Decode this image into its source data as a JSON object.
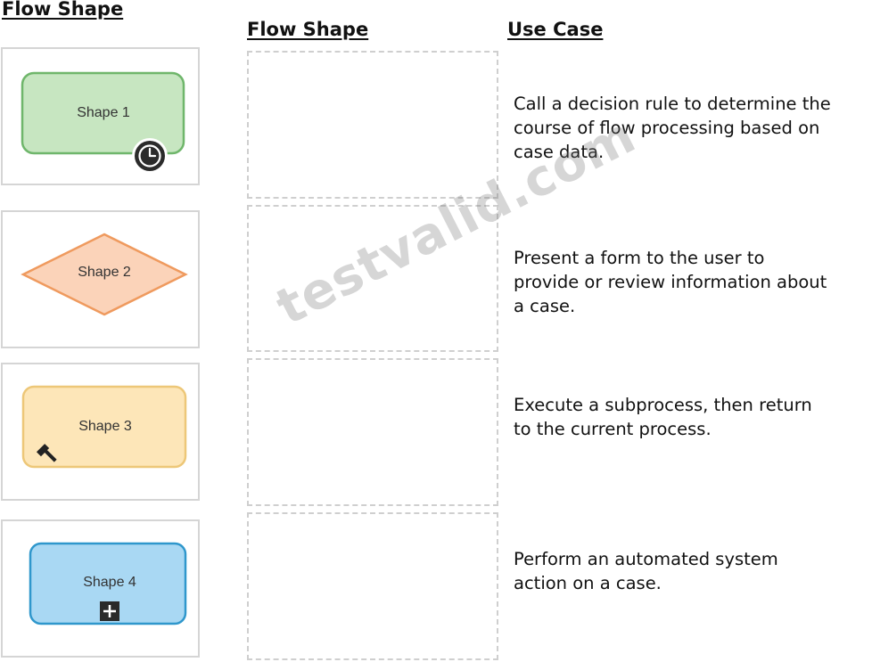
{
  "headings": {
    "source": "Flow Shape",
    "target": "Flow Shape",
    "use_case": "Use Case"
  },
  "shapes": [
    {
      "label": "Shape 1",
      "form": "rounded-rectangle",
      "fill": "#c7e6c1",
      "stroke": "#6fb66b",
      "icon": "clock-icon"
    },
    {
      "label": "Shape 2",
      "form": "diamond",
      "fill": "#fbd3b9",
      "stroke": "#ef9a5e",
      "icon": ""
    },
    {
      "label": "Shape 3",
      "form": "rounded-rectangle",
      "fill": "#fde6b8",
      "stroke": "#edc778",
      "icon": "hammer-icon"
    },
    {
      "label": "Shape 4",
      "form": "rounded-rectangle",
      "fill": "#a9d8f3",
      "stroke": "#2f97cc",
      "icon": "plus-icon"
    }
  ],
  "drop_zones": [
    "",
    "",
    "",
    ""
  ],
  "use_cases": [
    {
      "lines": [
        "Call a decision rule to determine the",
        "course of flow processing based on",
        "case data."
      ]
    },
    {
      "lines": [
        "Present a form to the user to",
        "provide or review information about",
        "a case."
      ]
    },
    {
      "lines": [
        "Execute a subprocess, then return",
        "to the current process."
      ]
    },
    {
      "lines": [
        "Perform an automated system",
        "action on a case."
      ]
    }
  ],
  "watermark": "testvalid.com"
}
